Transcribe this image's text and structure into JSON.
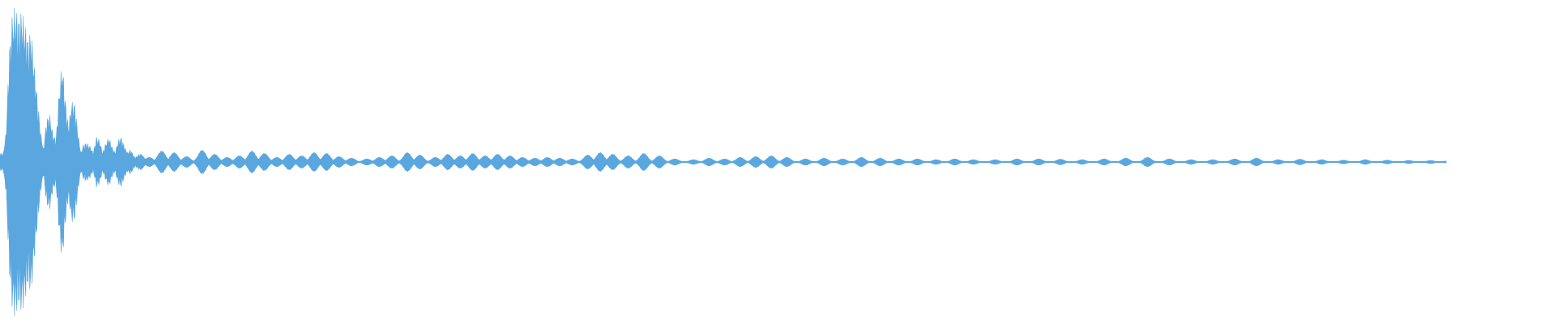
{
  "chart_data": {
    "type": "area",
    "title": "",
    "xlabel": "",
    "ylabel": "",
    "grid": false,
    "legend": "none",
    "color": "#5aa7df",
    "duration_fraction": 0.93,
    "envelope": [
      [
        0.0,
        0.06
      ],
      [
        0.002,
        0.05
      ],
      [
        0.004,
        0.2
      ],
      [
        0.006,
        0.72
      ],
      [
        0.008,
        0.95
      ],
      [
        0.01,
        0.98
      ],
      [
        0.012,
        0.93
      ],
      [
        0.014,
        0.96
      ],
      [
        0.016,
        0.88
      ],
      [
        0.018,
        0.8
      ],
      [
        0.02,
        0.84
      ],
      [
        0.022,
        0.62
      ],
      [
        0.024,
        0.42
      ],
      [
        0.026,
        0.2
      ],
      [
        0.028,
        0.08
      ],
      [
        0.03,
        0.28
      ],
      [
        0.032,
        0.3
      ],
      [
        0.034,
        0.18
      ],
      [
        0.036,
        0.14
      ],
      [
        0.038,
        0.45
      ],
      [
        0.04,
        0.64
      ],
      [
        0.042,
        0.4
      ],
      [
        0.044,
        0.22
      ],
      [
        0.046,
        0.38
      ],
      [
        0.048,
        0.38
      ],
      [
        0.05,
        0.2
      ],
      [
        0.052,
        0.06
      ],
      [
        0.054,
        0.12
      ],
      [
        0.056,
        0.12
      ],
      [
        0.058,
        0.1
      ],
      [
        0.06,
        0.06
      ],
      [
        0.062,
        0.16
      ],
      [
        0.064,
        0.14
      ],
      [
        0.066,
        0.06
      ],
      [
        0.068,
        0.12
      ],
      [
        0.07,
        0.16
      ],
      [
        0.072,
        0.1
      ],
      [
        0.074,
        0.06
      ],
      [
        0.076,
        0.14
      ],
      [
        0.078,
        0.16
      ],
      [
        0.08,
        0.1
      ],
      [
        0.082,
        0.06
      ],
      [
        0.084,
        0.08
      ],
      [
        0.086,
        0.04
      ],
      [
        0.088,
        0.02
      ]
    ],
    "bursts": [
      [
        0.09,
        0.05
      ],
      [
        0.096,
        0.03
      ],
      [
        0.104,
        0.07
      ],
      [
        0.112,
        0.06
      ],
      [
        0.12,
        0.035
      ],
      [
        0.13,
        0.075
      ],
      [
        0.138,
        0.05
      ],
      [
        0.146,
        0.03
      ],
      [
        0.154,
        0.04
      ],
      [
        0.162,
        0.07
      ],
      [
        0.17,
        0.055
      ],
      [
        0.178,
        0.03
      ],
      [
        0.186,
        0.05
      ],
      [
        0.194,
        0.04
      ],
      [
        0.202,
        0.06
      ],
      [
        0.21,
        0.055
      ],
      [
        0.218,
        0.035
      ],
      [
        0.226,
        0.025
      ],
      [
        0.236,
        0.02
      ],
      [
        0.244,
        0.03
      ],
      [
        0.252,
        0.04
      ],
      [
        0.262,
        0.06
      ],
      [
        0.27,
        0.045
      ],
      [
        0.28,
        0.03
      ],
      [
        0.288,
        0.05
      ],
      [
        0.296,
        0.04
      ],
      [
        0.304,
        0.055
      ],
      [
        0.312,
        0.04
      ],
      [
        0.32,
        0.05
      ],
      [
        0.328,
        0.04
      ],
      [
        0.336,
        0.03
      ],
      [
        0.344,
        0.025
      ],
      [
        0.352,
        0.03
      ],
      [
        0.36,
        0.025
      ],
      [
        0.368,
        0.02
      ],
      [
        0.378,
        0.045
      ],
      [
        0.386,
        0.06
      ],
      [
        0.394,
        0.05
      ],
      [
        0.404,
        0.04
      ],
      [
        0.414,
        0.055
      ],
      [
        0.424,
        0.04
      ],
      [
        0.434,
        0.02
      ],
      [
        0.446,
        0.015
      ],
      [
        0.456,
        0.025
      ],
      [
        0.466,
        0.02
      ],
      [
        0.476,
        0.03
      ],
      [
        0.486,
        0.035
      ],
      [
        0.496,
        0.04
      ],
      [
        0.506,
        0.03
      ],
      [
        0.518,
        0.02
      ],
      [
        0.53,
        0.025
      ],
      [
        0.542,
        0.02
      ],
      [
        0.554,
        0.03
      ],
      [
        0.566,
        0.025
      ],
      [
        0.578,
        0.02
      ],
      [
        0.59,
        0.02
      ],
      [
        0.602,
        0.015
      ],
      [
        0.614,
        0.02
      ],
      [
        0.626,
        0.015
      ],
      [
        0.64,
        0.015
      ],
      [
        0.654,
        0.02
      ],
      [
        0.668,
        0.02
      ],
      [
        0.682,
        0.018
      ],
      [
        0.696,
        0.015
      ],
      [
        0.71,
        0.02
      ],
      [
        0.724,
        0.025
      ],
      [
        0.738,
        0.03
      ],
      [
        0.752,
        0.02
      ],
      [
        0.766,
        0.015
      ],
      [
        0.78,
        0.015
      ],
      [
        0.794,
        0.02
      ],
      [
        0.808,
        0.025
      ],
      [
        0.822,
        0.015
      ],
      [
        0.836,
        0.018
      ],
      [
        0.85,
        0.015
      ],
      [
        0.864,
        0.012
      ],
      [
        0.878,
        0.015
      ],
      [
        0.892,
        0.012
      ],
      [
        0.906,
        0.01
      ],
      [
        0.92,
        0.01
      ],
      [
        0.93,
        0.006
      ]
    ]
  }
}
